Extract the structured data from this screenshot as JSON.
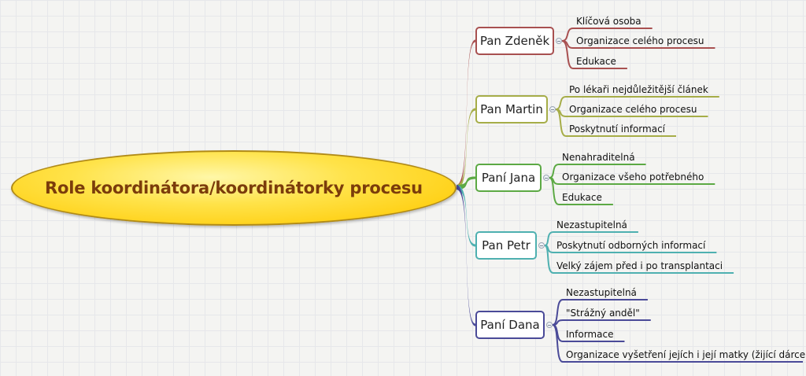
{
  "central": {
    "label": "Role koordinátora/koordinátorky procesu",
    "color": "#ffd21a"
  },
  "branches": [
    {
      "label": "Pan Zdeněk",
      "color": "#a85050",
      "items": [
        "Klíčová osoba",
        "Organizace celého procesu",
        "Edukace"
      ]
    },
    {
      "label": "Pan Martin",
      "color": "#a6ad48",
      "items": [
        "Po lékaři nejdůležitější článek",
        "Organizace celého procesu",
        "Poskytnutí informací"
      ]
    },
    {
      "label": "Paní Jana",
      "color": "#5ca944",
      "items": [
        "Nenahraditelná",
        "Organizace všeho potřebného",
        "Edukace"
      ]
    },
    {
      "label": "Pan Petr",
      "color": "#4eb0b0",
      "items": [
        "Nezastupitelná",
        "Poskytnutí odborných informací",
        "Velký zájem před i po transplantaci"
      ]
    },
    {
      "label": "Paní Dana",
      "color": "#4a4a98",
      "items": [
        "Nezastupitelná",
        "\"Strážný anděl\"",
        "Informace",
        "Organizace vyšetření jejích i její matky (žijící dárce)"
      ]
    }
  ]
}
